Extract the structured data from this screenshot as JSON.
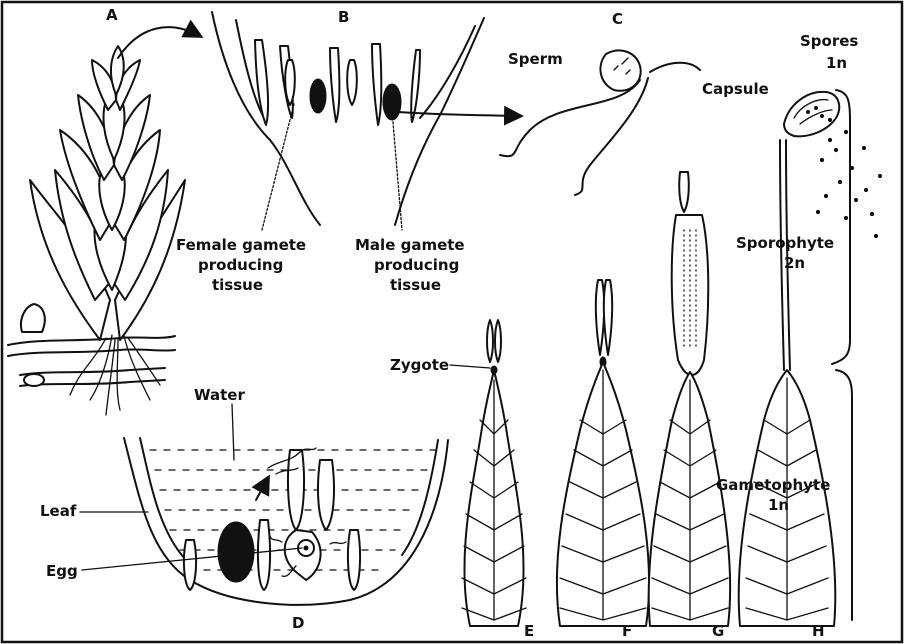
{
  "figure": {
    "panel_letters": {
      "a": "A",
      "b": "B",
      "c": "C",
      "d": "D",
      "e": "E",
      "f": "F",
      "g": "G",
      "h": "H"
    },
    "labels": {
      "sperm": "Sperm",
      "spores_line1": "Spores",
      "spores_line2": "1n",
      "capsule": "Capsule",
      "female_line1": "Female gamete",
      "female_line2": "producing",
      "female_line3": "tissue",
      "male_line1": "Male gamete",
      "male_line2": "producing",
      "male_line3": "tissue",
      "sporophyte_line1": "Sporophyte",
      "sporophyte_line2": "2n",
      "zygote": "Zygote",
      "water": "Water",
      "leaf": "Leaf",
      "egg": "Egg",
      "gametophyte_line1": "Gametophyte",
      "gametophyte_line2": "1n"
    }
  }
}
